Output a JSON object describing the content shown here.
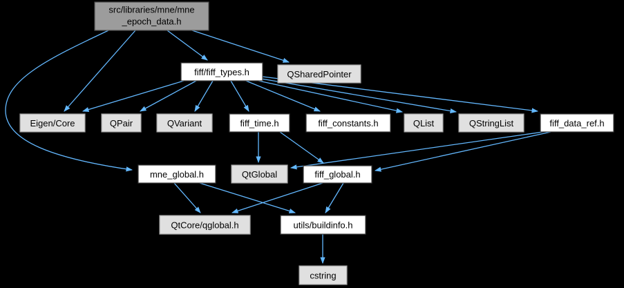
{
  "diagram": {
    "kind": "include-dependency-graph",
    "background": "#000000",
    "colors": {
      "edge": "#63b8ff",
      "focus_node_fill": "#9c9c9c",
      "focus_node_border": "#4f4f4f",
      "documented_node_fill": "#ffffff",
      "documented_node_border": "#3d3d3d",
      "external_node_fill": "#e0e0e0",
      "external_node_border": "#9d9d9d",
      "text": "#000000"
    },
    "nodes": {
      "epoch": {
        "label_line1": "src/libraries/mne/mne",
        "label_line2": "_epoch_data.h",
        "label": "src/libraries/mne/mne_epoch_data.h",
        "type": "focus"
      },
      "fiff_types": {
        "label": "fiff/fiff_types.h",
        "type": "documented"
      },
      "qsharedpointer": {
        "label": "QSharedPointer",
        "type": "external"
      },
      "eigen_core": {
        "label": "Eigen/Core",
        "type": "external"
      },
      "qpair": {
        "label": "QPair",
        "type": "external"
      },
      "qvariant": {
        "label": "QVariant",
        "type": "external"
      },
      "fiff_time": {
        "label": "fiff_time.h",
        "type": "documented"
      },
      "fiff_constants": {
        "label": "fiff_constants.h",
        "type": "documented"
      },
      "qlist": {
        "label": "QList",
        "type": "external"
      },
      "qstringlist": {
        "label": "QStringList",
        "type": "external"
      },
      "fiff_data_ref": {
        "label": "fiff_data_ref.h",
        "type": "documented"
      },
      "mne_global": {
        "label": "mne_global.h",
        "type": "documented"
      },
      "qtglobal": {
        "label": "QtGlobal",
        "type": "external"
      },
      "fiff_global": {
        "label": "fiff_global.h",
        "type": "documented"
      },
      "qtcore_qglobal": {
        "label": "QtCore/qglobal.h",
        "type": "external"
      },
      "utils_buildinfo": {
        "label": "utils/buildinfo.h",
        "type": "documented"
      },
      "cstring": {
        "label": "cstring",
        "type": "external"
      }
    },
    "edges": [
      {
        "from": "src/libraries/mne/mne_epoch_data.h",
        "to": "Eigen/Core"
      },
      {
        "from": "src/libraries/mne/mne_epoch_data.h",
        "to": "mne_global.h"
      },
      {
        "from": "src/libraries/mne/mne_epoch_data.h",
        "to": "fiff/fiff_types.h"
      },
      {
        "from": "src/libraries/mne/mne_epoch_data.h",
        "to": "QSharedPointer"
      },
      {
        "from": "fiff/fiff_types.h",
        "to": "Eigen/Core"
      },
      {
        "from": "fiff/fiff_types.h",
        "to": "QPair"
      },
      {
        "from": "fiff/fiff_types.h",
        "to": "QVariant"
      },
      {
        "from": "fiff/fiff_types.h",
        "to": "fiff_time.h"
      },
      {
        "from": "fiff/fiff_types.h",
        "to": "fiff_constants.h"
      },
      {
        "from": "fiff/fiff_types.h",
        "to": "QList"
      },
      {
        "from": "fiff/fiff_types.h",
        "to": "QStringList"
      },
      {
        "from": "fiff/fiff_types.h",
        "to": "fiff_data_ref.h"
      },
      {
        "from": "fiff_time.h",
        "to": "QtGlobal"
      },
      {
        "from": "fiff_time.h",
        "to": "fiff_global.h"
      },
      {
        "from": "fiff_data_ref.h",
        "to": "QtGlobal"
      },
      {
        "from": "fiff_data_ref.h",
        "to": "fiff_global.h"
      },
      {
        "from": "mne_global.h",
        "to": "QtCore/qglobal.h"
      },
      {
        "from": "mne_global.h",
        "to": "utils/buildinfo.h"
      },
      {
        "from": "fiff_global.h",
        "to": "QtCore/qglobal.h"
      },
      {
        "from": "fiff_global.h",
        "to": "utils/buildinfo.h"
      },
      {
        "from": "utils/buildinfo.h",
        "to": "cstring"
      }
    ]
  }
}
